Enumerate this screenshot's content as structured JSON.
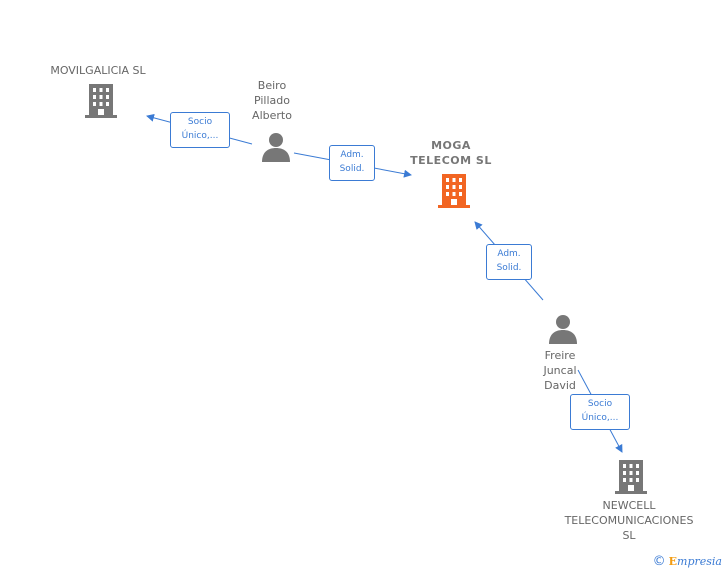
{
  "nodes": {
    "movilgalicia": {
      "label": "MOVILGALICIA SL",
      "type": "company",
      "color": "#777777"
    },
    "beiro": {
      "label": "Beiro\nPillado\nAlberto",
      "type": "person",
      "color": "#777777"
    },
    "moga": {
      "label": "MOGA\nTELECOM SL",
      "type": "company",
      "color": "#f26522"
    },
    "freire": {
      "label": "Freire\nJuncal\nDavid",
      "type": "person",
      "color": "#777777"
    },
    "newcell": {
      "label": "NEWCELL\nTELECOMUNICACIONES\nSL",
      "type": "company",
      "color": "#777777"
    }
  },
  "edges": {
    "beiro_movilgalicia": "Socio\nÚnico,...",
    "beiro_moga": "Adm.\nSolid.",
    "freire_moga": "Adm.\nSolid.",
    "freire_newcell": "Socio\nÚnico,..."
  },
  "colors": {
    "edge": "#3b7bd4",
    "icon_gray": "#777777",
    "icon_main": "#f26522"
  },
  "footer": {
    "copyright_symbol": "©",
    "brand_initial": "E",
    "brand_rest": "mpresia"
  }
}
